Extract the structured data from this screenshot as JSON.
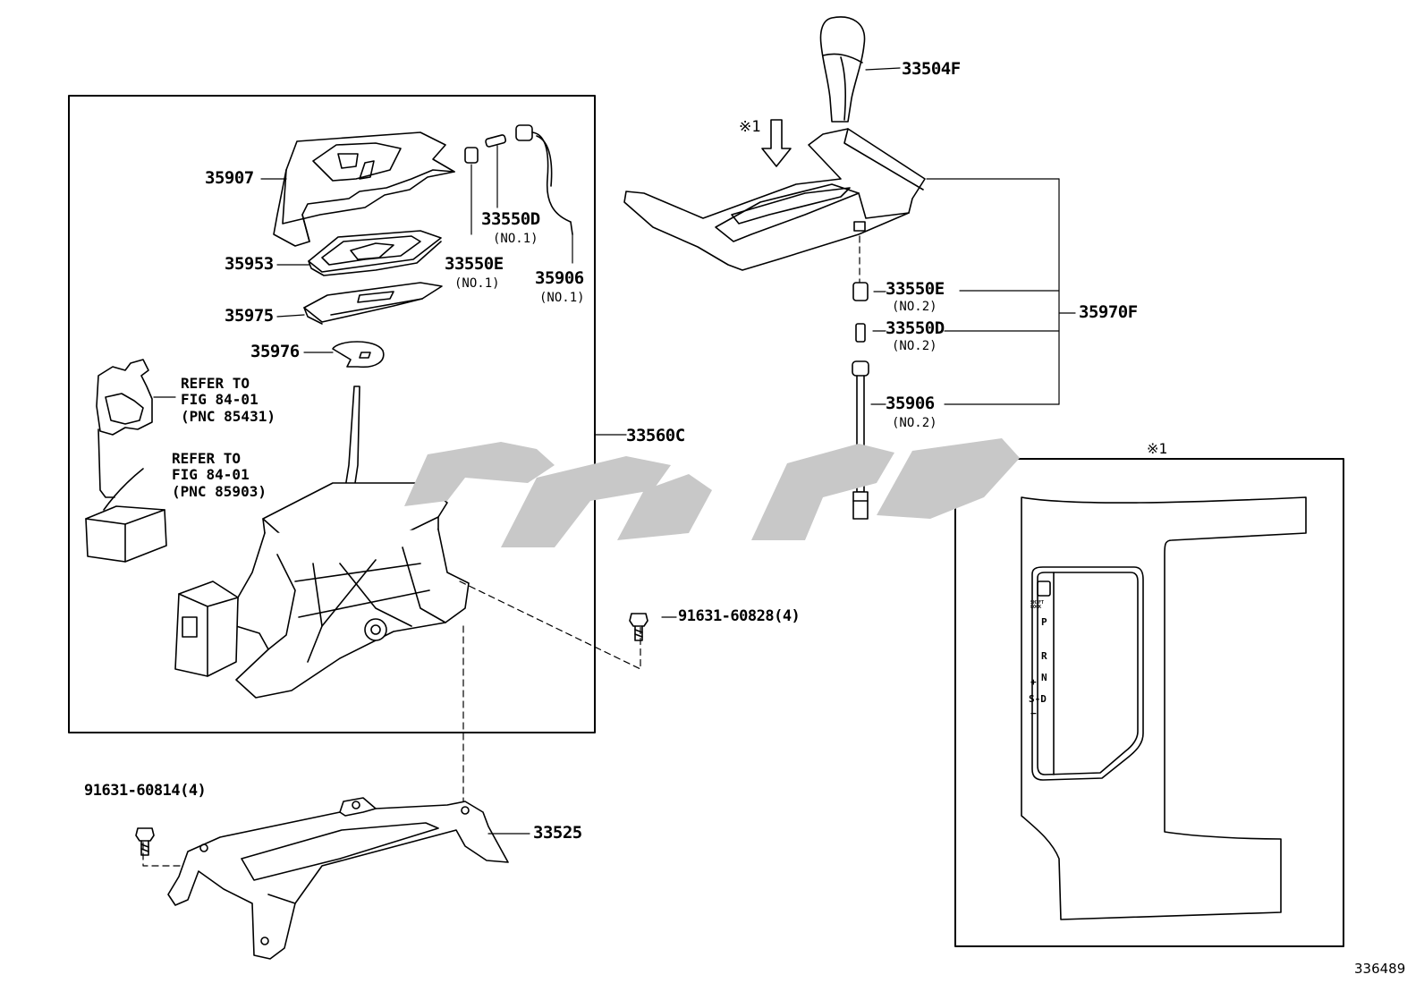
{
  "parts": {
    "p35907": "35907",
    "p35953": "35953",
    "p35975": "35975",
    "p35976": "35976",
    "p33550D_1": "33550D",
    "p33550D_1_sub": "(NO.1)",
    "p33550E_1": "33550E",
    "p33550E_1_sub": "(NO.1)",
    "p35906_1": "35906",
    "p35906_1_sub": "(NO.1)",
    "p33560C": "33560C",
    "p91631_60828": "91631-60828(4)",
    "p91631_60814": "91631-60814(4)",
    "p33525": "33525",
    "p33504F": "33504F",
    "p33550E_2": "33550E",
    "p33550E_2_sub": "(NO.2)",
    "p33550D_2": "33550D",
    "p33550D_2_sub": "(NO.2)",
    "p35906_2": "35906",
    "p35906_2_sub": "(NO.2)",
    "p35970F": "35970F"
  },
  "refs": {
    "ref1": "REFER TO\nFIG 84-01\n(PNC 85431)",
    "ref2": "REFER TO\nFIG 84-01\n(PNC 85903)"
  },
  "markers": {
    "arrow_marker": "※1",
    "inset_marker": "※1"
  },
  "gate": {
    "button": "SHIFT LOCK",
    "p": "P",
    "r": "R",
    "n": "N",
    "plus": "+",
    "sd": "S-D",
    "minus": "−"
  },
  "figure_id": "336489"
}
